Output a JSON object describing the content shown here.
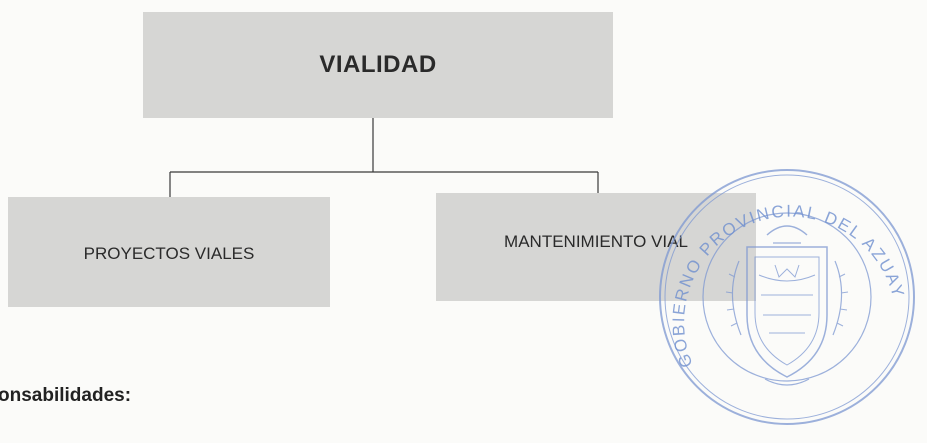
{
  "org_chart": {
    "root": "VIALIDAD",
    "children": [
      "PROYECTOS VIALES",
      "MANTENIMIENTO VIAL"
    ]
  },
  "stamp": {
    "text": "GOBIERNO PROVINCIAL DEL AZUAY",
    "color": "#6f8fcf"
  },
  "section": {
    "heading": "onsabilidades:"
  }
}
